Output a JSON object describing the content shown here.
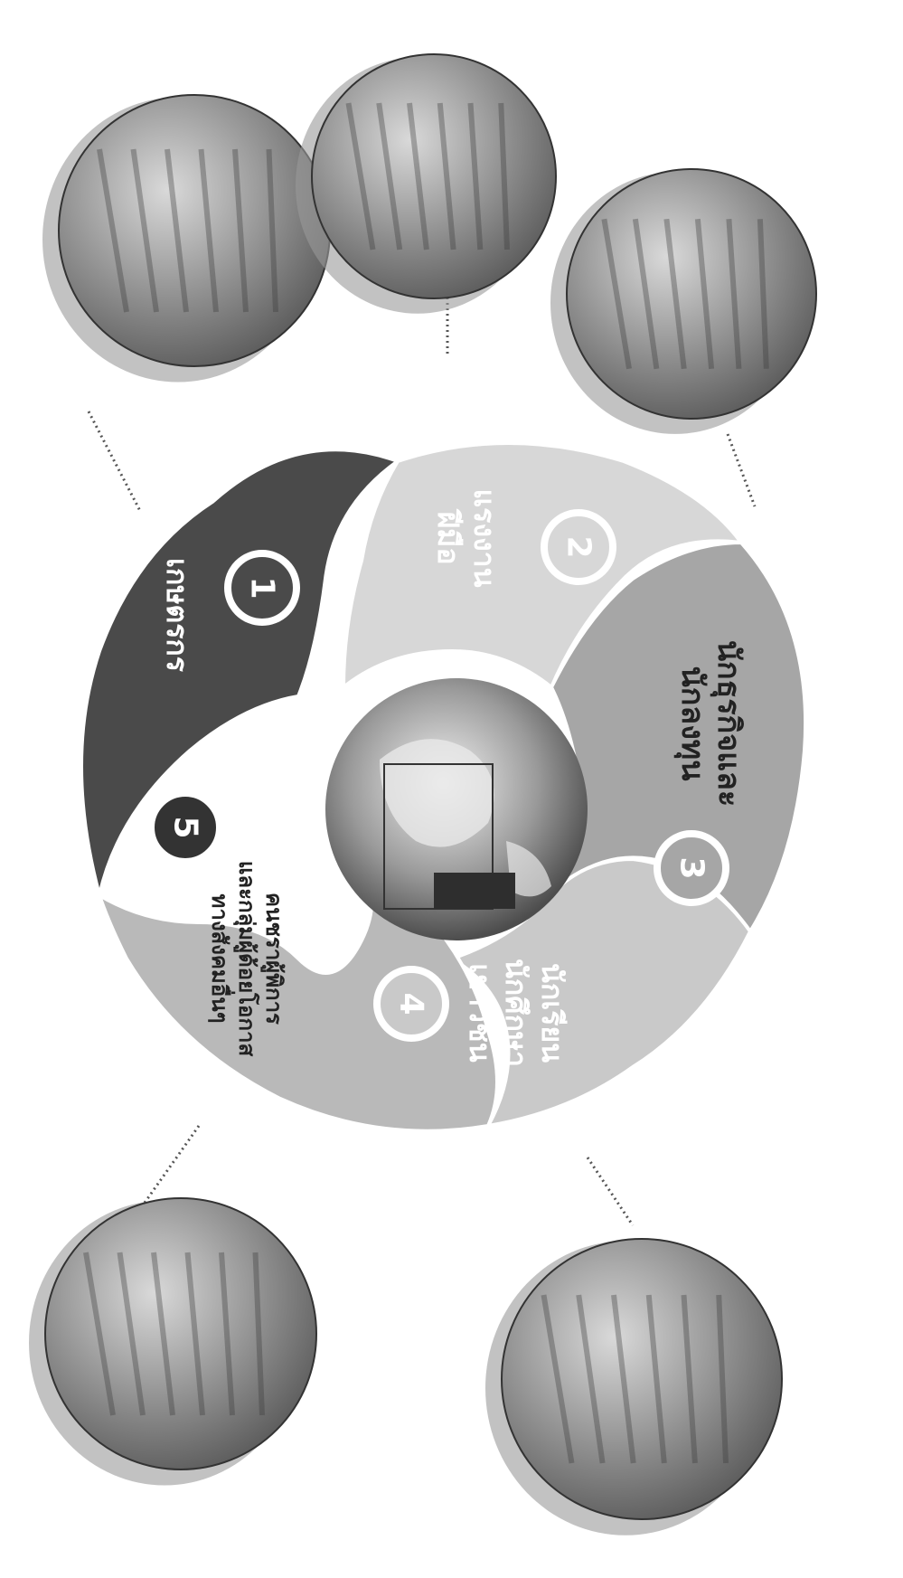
{
  "diagram": {
    "segments": [
      {
        "number": "1",
        "label": "เกษตรกร",
        "color": "#4a4a4a",
        "text_color": "#ffffff"
      },
      {
        "number": "2",
        "label": "แรงงาน\nฝีมือ",
        "color": "#d7d7d7",
        "text_color": "#ffffff"
      },
      {
        "number": "3",
        "label": "นักธุรกิจและ\nนักลงทุน",
        "color": "#a6a6a6",
        "text_color": "#222222"
      },
      {
        "number": "4",
        "label": "นักเรียน\nนักศึกษา\nเยาวชน",
        "color": "#c9c9c9",
        "text_color": "#ffffff"
      },
      {
        "number": "5",
        "label": "คนชราผู้พิการ\nและกลุ่มผู้ด้อยโอกาส\nทางสังคมอื่นๆ",
        "color": "#b9b9b9",
        "text_color": "#222222"
      }
    ],
    "photos": [
      {
        "icon": "farmers-photo"
      },
      {
        "icon": "factory-workers-photo"
      },
      {
        "icon": "businessman-photo"
      },
      {
        "icon": "students-photo"
      },
      {
        "icon": "elderly-disabled-photo"
      }
    ],
    "center": {
      "icon": "globe-icon"
    }
  }
}
